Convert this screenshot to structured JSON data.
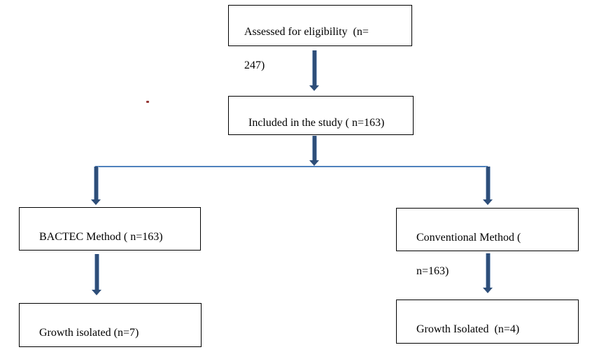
{
  "diagram": {
    "type": "flowchart",
    "boxes": {
      "assessed": {
        "lines": [
          "Assessed for eligibility  (n=",
          "247)"
        ]
      },
      "included": {
        "lines": [
          "Included in the study ( n=163)"
        ]
      },
      "bactec": {
        "lines": [
          "BACTEC Method ( n=163)"
        ]
      },
      "conventional": {
        "lines": [
          "Conventional Method (",
          "n=163)"
        ]
      },
      "growth_bactec": {
        "lines": [
          "Growth isolated (n=7)"
        ]
      },
      "growth_conventional": {
        "lines": [
          "Growth Isolated  (n=4)"
        ]
      }
    },
    "colors": {
      "arrow_fill": "#2e4e79",
      "arrow_edge": "#9db4d0",
      "connector_line": "#4f81bd",
      "box_border": "#000000",
      "text": "#000000",
      "background": "#ffffff",
      "stray_dot": "#953735"
    }
  }
}
